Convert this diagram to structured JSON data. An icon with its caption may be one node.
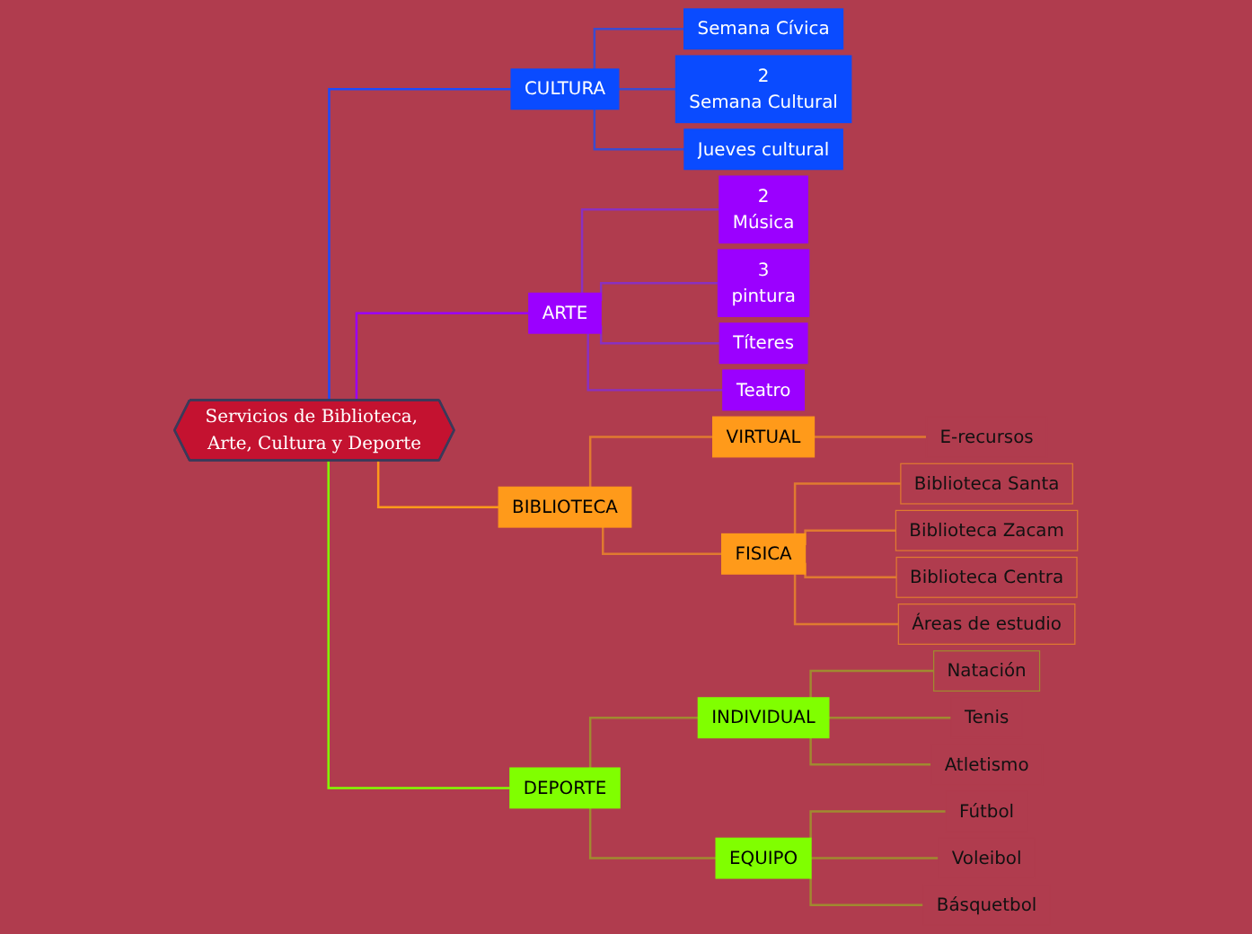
{
  "diagram": {
    "nodes": [
      {
        "text": [
          "Servicios de Biblioteca, Arte, Cultura y Deporte"
        ]
      },
      {
        "text": [
          "CULTURA"
        ]
      },
      {
        "text": [
          "Semana Cívica"
        ]
      },
      {
        "text": [
          "2",
          "Semana Cultural"
        ]
      },
      {
        "text": [
          "Jueves cultural"
        ]
      },
      {
        "text": [
          "ARTE"
        ]
      },
      {
        "text": [
          "2",
          "Música"
        ]
      },
      {
        "text": [
          "3",
          "pintura"
        ]
      },
      {
        "text": [
          "Títeres"
        ]
      },
      {
        "text": [
          "Teatro"
        ]
      },
      {
        "text": [
          "BIBLIOTECA"
        ]
      },
      {
        "text": [
          "VIRTUAL"
        ]
      },
      {
        "text": [
          "E-recursos"
        ]
      },
      {
        "text": [
          "FISICA"
        ]
      },
      {
        "text": [
          "Biblioteca Santa"
        ]
      },
      {
        "text": [
          "Biblioteca Zacam"
        ]
      },
      {
        "text": [
          "Biblioteca Centra"
        ]
      },
      {
        "text": [
          "Áreas de estudio"
        ]
      },
      {
        "text": [
          "DEPORTE"
        ]
      },
      {
        "text": [
          "INDIVIDUAL"
        ]
      },
      {
        "text": [
          "Natación"
        ]
      },
      {
        "text": [
          "Tenis"
        ]
      },
      {
        "text": [
          "Atletismo"
        ]
      },
      {
        "text": [
          "EQUIPO"
        ]
      },
      {
        "text": [
          "Fútbol"
        ]
      },
      {
        "text": [
          "Voleibol"
        ]
      },
      {
        "text": [
          "Básquetbol"
        ]
      }
    ],
    "edges": [
      {
        "from": 0,
        "to": 1,
        "arrow": "none",
        "color": "#1a4bff"
      },
      {
        "from": 1,
        "to": 2,
        "arrow": "none",
        "color": "#3a4bd0"
      },
      {
        "from": 1,
        "to": 3,
        "arrow": "none",
        "color": "#3a4bd0"
      },
      {
        "from": 1,
        "to": 4,
        "arrow": "none",
        "color": "#3a4bd0"
      },
      {
        "from": 0,
        "to": 5,
        "arrow": "none",
        "color": "#9b00ff"
      },
      {
        "from": 5,
        "to": 6,
        "arrow": "none",
        "color": "#8a30c0"
      },
      {
        "from": 5,
        "to": 7,
        "arrow": "none",
        "color": "#8a30c0"
      },
      {
        "from": 5,
        "to": 8,
        "arrow": "none",
        "color": "#8a30c0"
      },
      {
        "from": 5,
        "to": 9,
        "arrow": "none",
        "color": "#8a30c0"
      },
      {
        "from": 0,
        "to": 10,
        "arrow": "none",
        "color": "#ff9a1a"
      },
      {
        "from": 10,
        "to": 11,
        "arrow": "none",
        "color": "#e07a30"
      },
      {
        "from": 11,
        "to": 12,
        "arrow": "none",
        "color": "#e07a30"
      },
      {
        "from": 10,
        "to": 13,
        "arrow": "none",
        "color": "#e07a30"
      },
      {
        "from": 13,
        "to": 14,
        "arrow": "none",
        "color": "#e07a30"
      },
      {
        "from": 13,
        "to": 15,
        "arrow": "none",
        "color": "#e07a30"
      },
      {
        "from": 13,
        "to": 16,
        "arrow": "none",
        "color": "#e07a30"
      },
      {
        "from": 13,
        "to": 17,
        "arrow": "none",
        "color": "#e07a30"
      },
      {
        "from": 0,
        "to": 18,
        "arrow": "none",
        "color": "#80ff00"
      },
      {
        "from": 18,
        "to": 19,
        "arrow": "none",
        "color": "#a08a30"
      },
      {
        "from": 19,
        "to": 20,
        "arrow": "none",
        "color": "#a08a30"
      },
      {
        "from": 19,
        "to": 21,
        "arrow": "none",
        "color": "#a08a30"
      },
      {
        "from": 19,
        "to": 22,
        "arrow": "none",
        "color": "#a08a30"
      },
      {
        "from": 18,
        "to": 23,
        "arrow": "none",
        "color": "#a08a30"
      },
      {
        "from": 23,
        "to": 24,
        "arrow": "none",
        "color": "#a08a30"
      },
      {
        "from": 23,
        "to": 25,
        "arrow": "none",
        "color": "#a08a30"
      },
      {
        "from": 23,
        "to": 26,
        "arrow": "none",
        "color": "#a08a30"
      }
    ]
  }
}
